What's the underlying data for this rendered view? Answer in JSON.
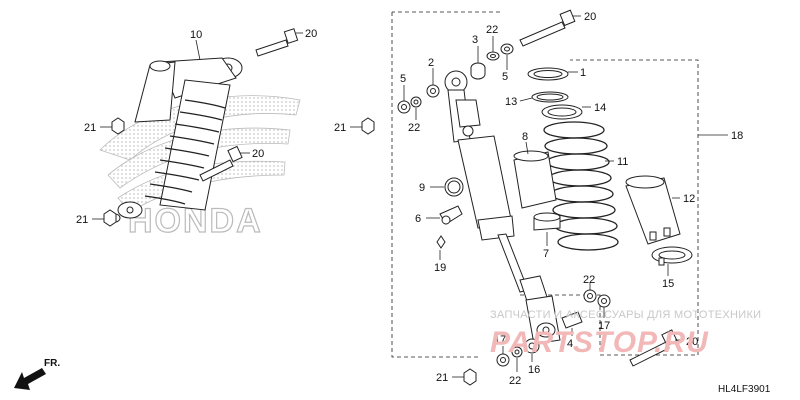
{
  "diagram": {
    "drawing_code": "HL4LF3901",
    "direction_label": "FR.",
    "brand_mark": "HONDA",
    "watermark_text": "ЗАПЧАСТИ И АКСЕССУАРЫ ДЛЯ МОТОТЕХНИКИ",
    "watermark_logo": "PARTSTOP.RU"
  },
  "callouts": {
    "c1": "1",
    "c2": "2",
    "c3": "3",
    "c4": "4",
    "c5a": "5",
    "c5b": "5",
    "c6": "6",
    "c7": "7",
    "c8": "8",
    "c9": "9",
    "c10": "10",
    "c11": "11",
    "c12": "12",
    "c13": "13",
    "c14": "14",
    "c15": "15",
    "c16": "16",
    "c17a": "17",
    "c17b": "17",
    "c18": "18",
    "c19": "19",
    "c20a": "20",
    "c20b": "20",
    "c20c": "20",
    "c20d": "20",
    "c21a": "21",
    "c21b": "21",
    "c21c": "21",
    "c21d": "21",
    "c22a": "22",
    "c22b": "22",
    "c22c": "22",
    "c22d": "22"
  },
  "colors": {
    "line": "#222222",
    "watermark": "#f2b8b8",
    "halftone": "#c9c9c9"
  }
}
